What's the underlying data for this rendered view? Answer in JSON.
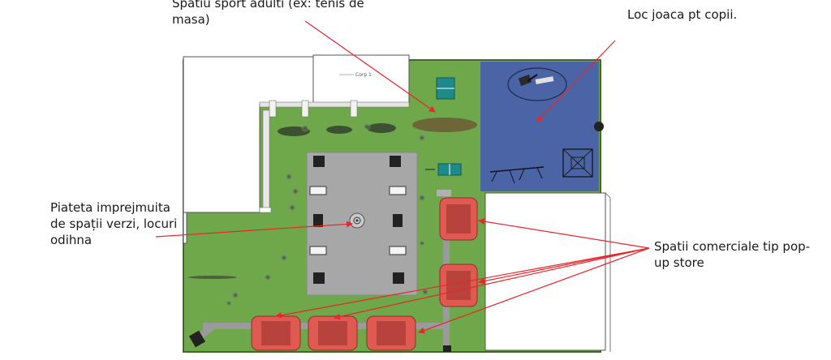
{
  "labels": {
    "sport": "Spatiu sport adulti (ex: tenis de masa)",
    "kids": "Loc joaca pt copii.",
    "square": "Piateta imprejmuita de spații verzi, locuri odihna",
    "shops": "Spatii comerciale tip pop-up store"
  },
  "plan": {
    "building_tag": "Corp 1"
  },
  "colors": {
    "grass": "#6fa84a",
    "grass_dark": "#5f9840",
    "playground": "#4a64a6",
    "plaza": "#a7a7a7",
    "path": "#9a9a9a",
    "kiosk_fill": "#e05a52",
    "kiosk_inner": "#b8423c",
    "arrow": "#e8262b",
    "building": "#ffffff",
    "building_edge": "#555555"
  }
}
